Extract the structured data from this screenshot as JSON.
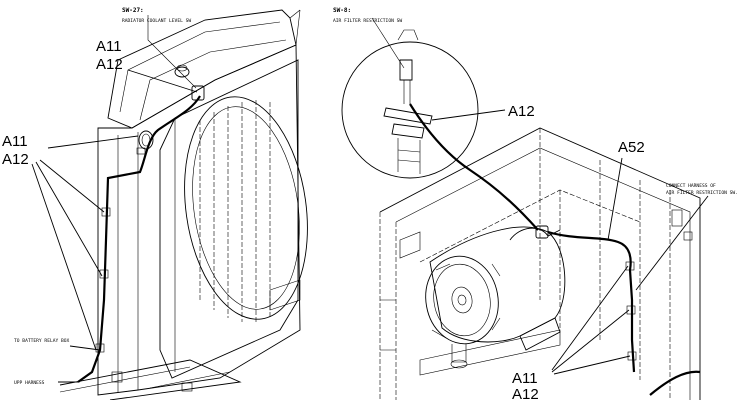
{
  "labels": {
    "sw27_tag": "SW-27:",
    "sw27_desc": "RADIATOR COOLANT LEVEL SW",
    "sw8_tag": "SW-8:",
    "sw8_desc": "AIR FILTER RESTRICTION SW",
    "callout_a11_top": "A11",
    "callout_a12_top": "A12",
    "callout_a11_left": "A11",
    "callout_a12_left": "A12",
    "callout_a12_detail": "A12",
    "callout_a52": "A52",
    "callout_a11_bottom": "A11",
    "callout_a12_bottom": "A12",
    "note_connect_line1": "CONNECT HARNESS OF",
    "note_connect_line2": "AIR FILTER RESTRICTION SW.",
    "note_battery": "TO BATTERY RELAY BOX",
    "note_upp": "UPP HARNESS"
  }
}
